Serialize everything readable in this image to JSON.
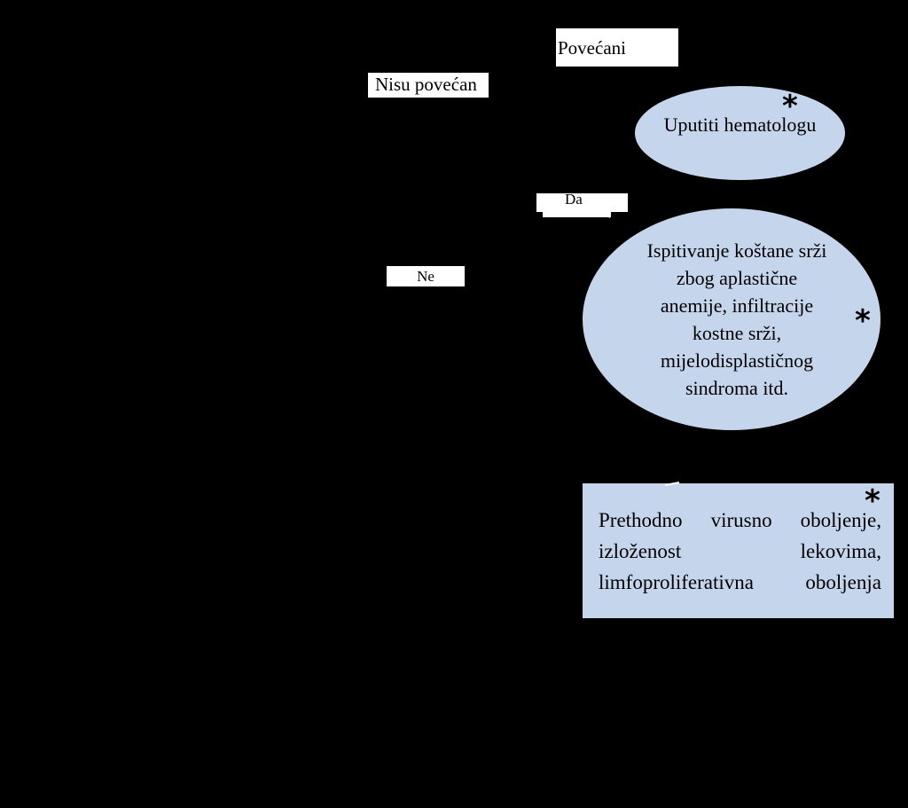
{
  "labels": {
    "povecani": "Povećani",
    "nisu_povecani": "Nisu povećan",
    "da": "Da",
    "ne": "Ne"
  },
  "nodes": {
    "hematolog": {
      "text": "Uputiti hematologu",
      "marker": "*"
    },
    "kostana_srz": {
      "lines": [
        "Ispitivanje koštane srži",
        "zbog aplastične",
        "anemije, infiltracije",
        "kostne srži,",
        "mijelodisplastičnog",
        "sindroma itd."
      ],
      "marker": "*"
    },
    "virusno": {
      "lines": [
        "Prethodno virusno oboljenje,",
        "izloženost lekovima,",
        "limfoproliferativna oboljenja"
      ],
      "marker": "*"
    }
  },
  "colors": {
    "background": "#000000",
    "node_fill": "#c5d5ec",
    "label_fill": "#ffffff",
    "text": "#000000"
  }
}
